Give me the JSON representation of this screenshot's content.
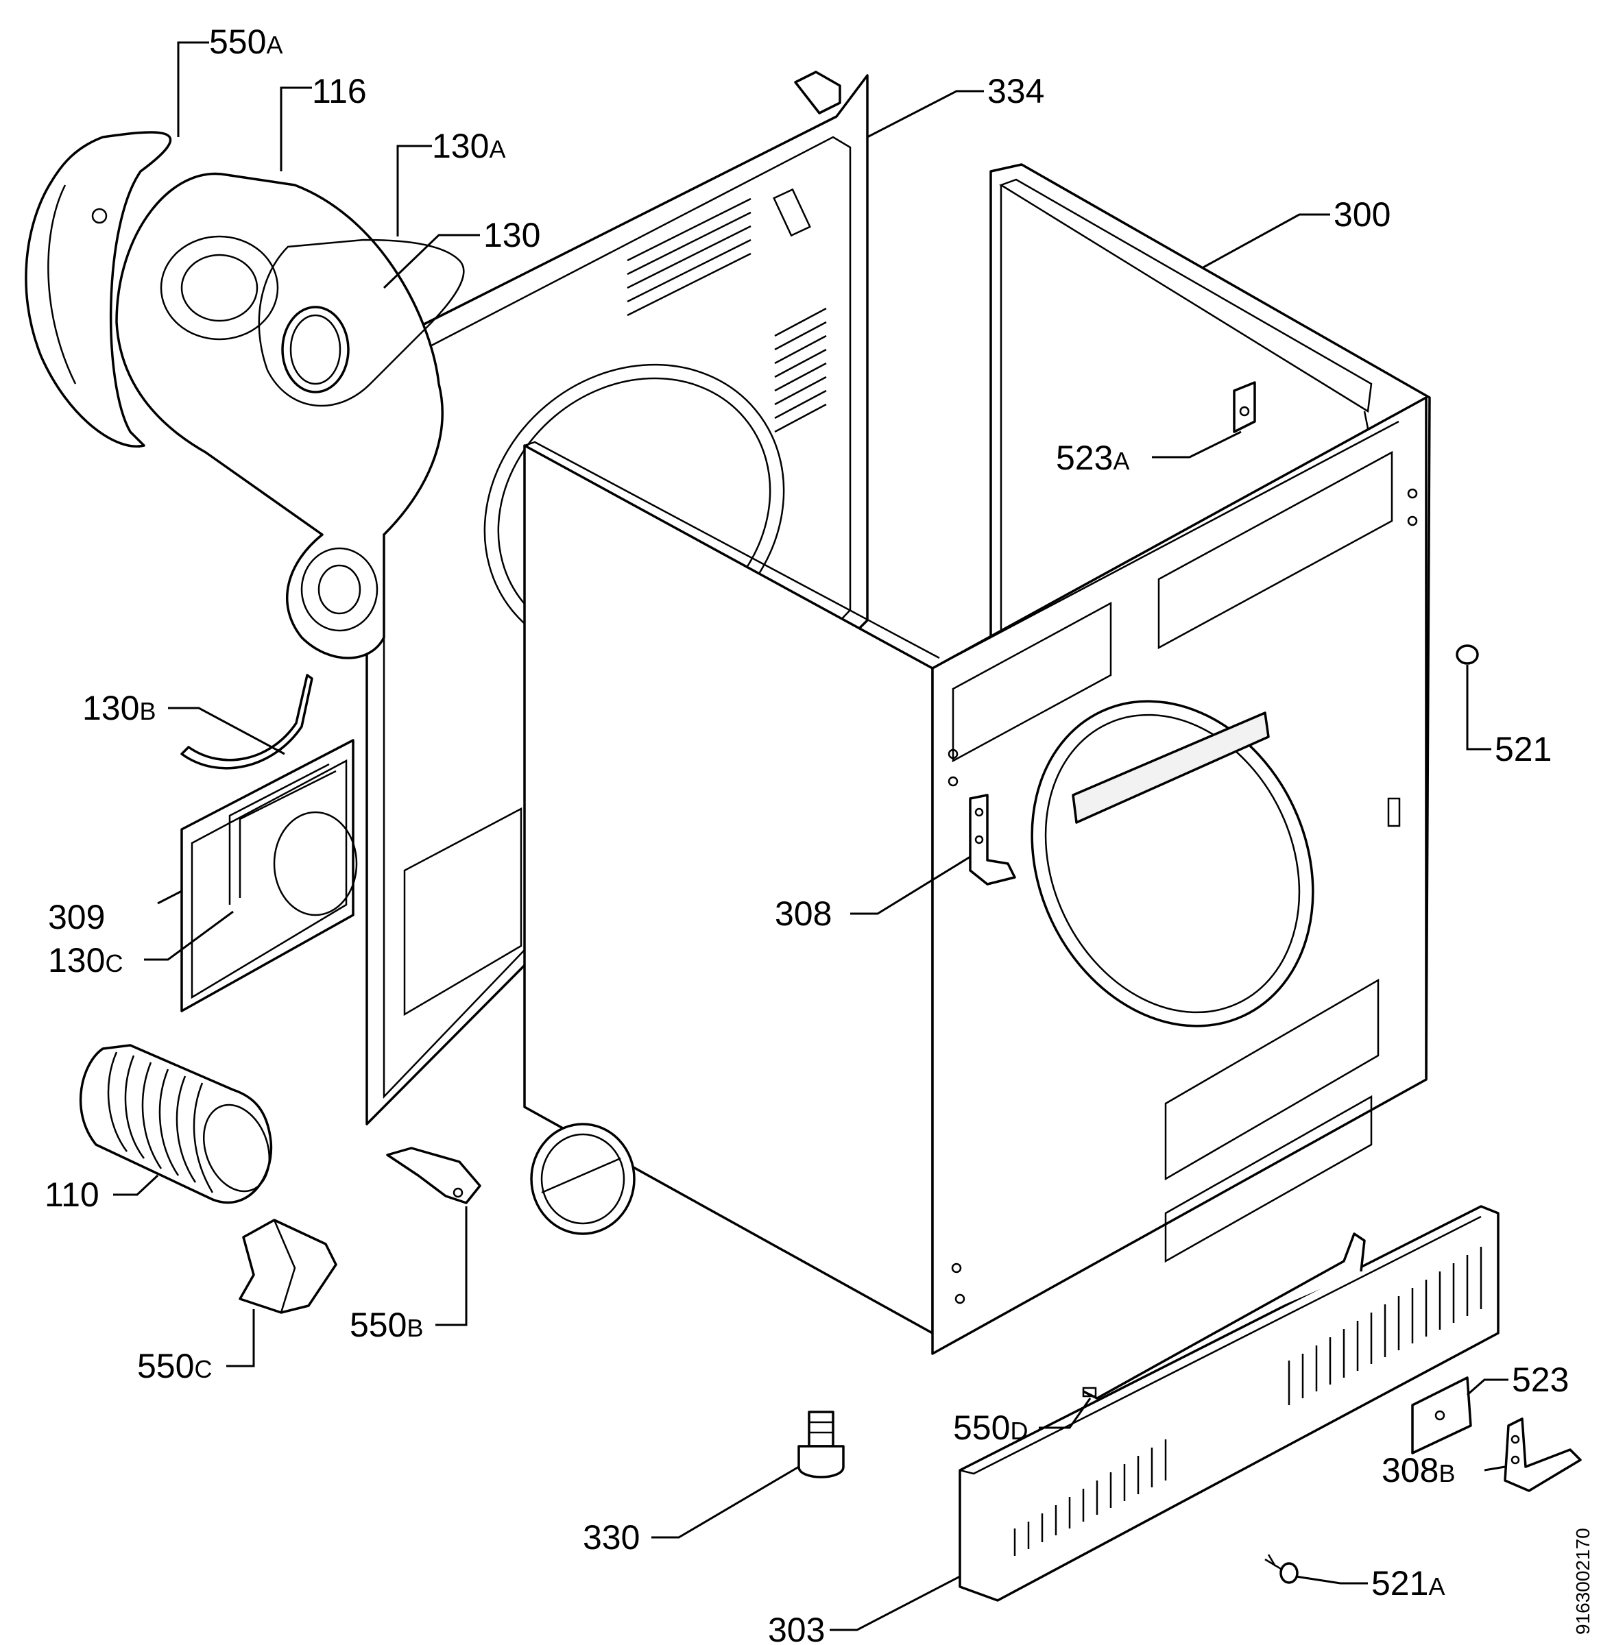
{
  "labels": [
    {
      "id": "550A",
      "num": "550",
      "suffix": "A"
    },
    {
      "id": "116",
      "num": "116",
      "suffix": ""
    },
    {
      "id": "130A",
      "num": "130",
      "suffix": "A"
    },
    {
      "id": "130",
      "num": "130",
      "suffix": ""
    },
    {
      "id": "334",
      "num": "334",
      "suffix": ""
    },
    {
      "id": "300",
      "num": "300",
      "suffix": ""
    },
    {
      "id": "523A",
      "num": "523",
      "suffix": "A"
    },
    {
      "id": "521",
      "num": "521",
      "suffix": ""
    },
    {
      "id": "130B",
      "num": "130",
      "suffix": "B"
    },
    {
      "id": "309",
      "num": "309",
      "suffix": ""
    },
    {
      "id": "130C",
      "num": "130",
      "suffix": "C"
    },
    {
      "id": "308",
      "num": "308",
      "suffix": ""
    },
    {
      "id": "110",
      "num": "110",
      "suffix": ""
    },
    {
      "id": "550B",
      "num": "550",
      "suffix": "B"
    },
    {
      "id": "550C",
      "num": "550",
      "suffix": "C"
    },
    {
      "id": "523",
      "num": "523",
      "suffix": ""
    },
    {
      "id": "550D",
      "num": "550",
      "suffix": "D"
    },
    {
      "id": "308B",
      "num": "308",
      "suffix": "B"
    },
    {
      "id": "330",
      "num": "330",
      "suffix": ""
    },
    {
      "id": "521A",
      "num": "521",
      "suffix": "A"
    },
    {
      "id": "303",
      "num": "303",
      "suffix": ""
    }
  ],
  "drawing_number": "9163002170"
}
